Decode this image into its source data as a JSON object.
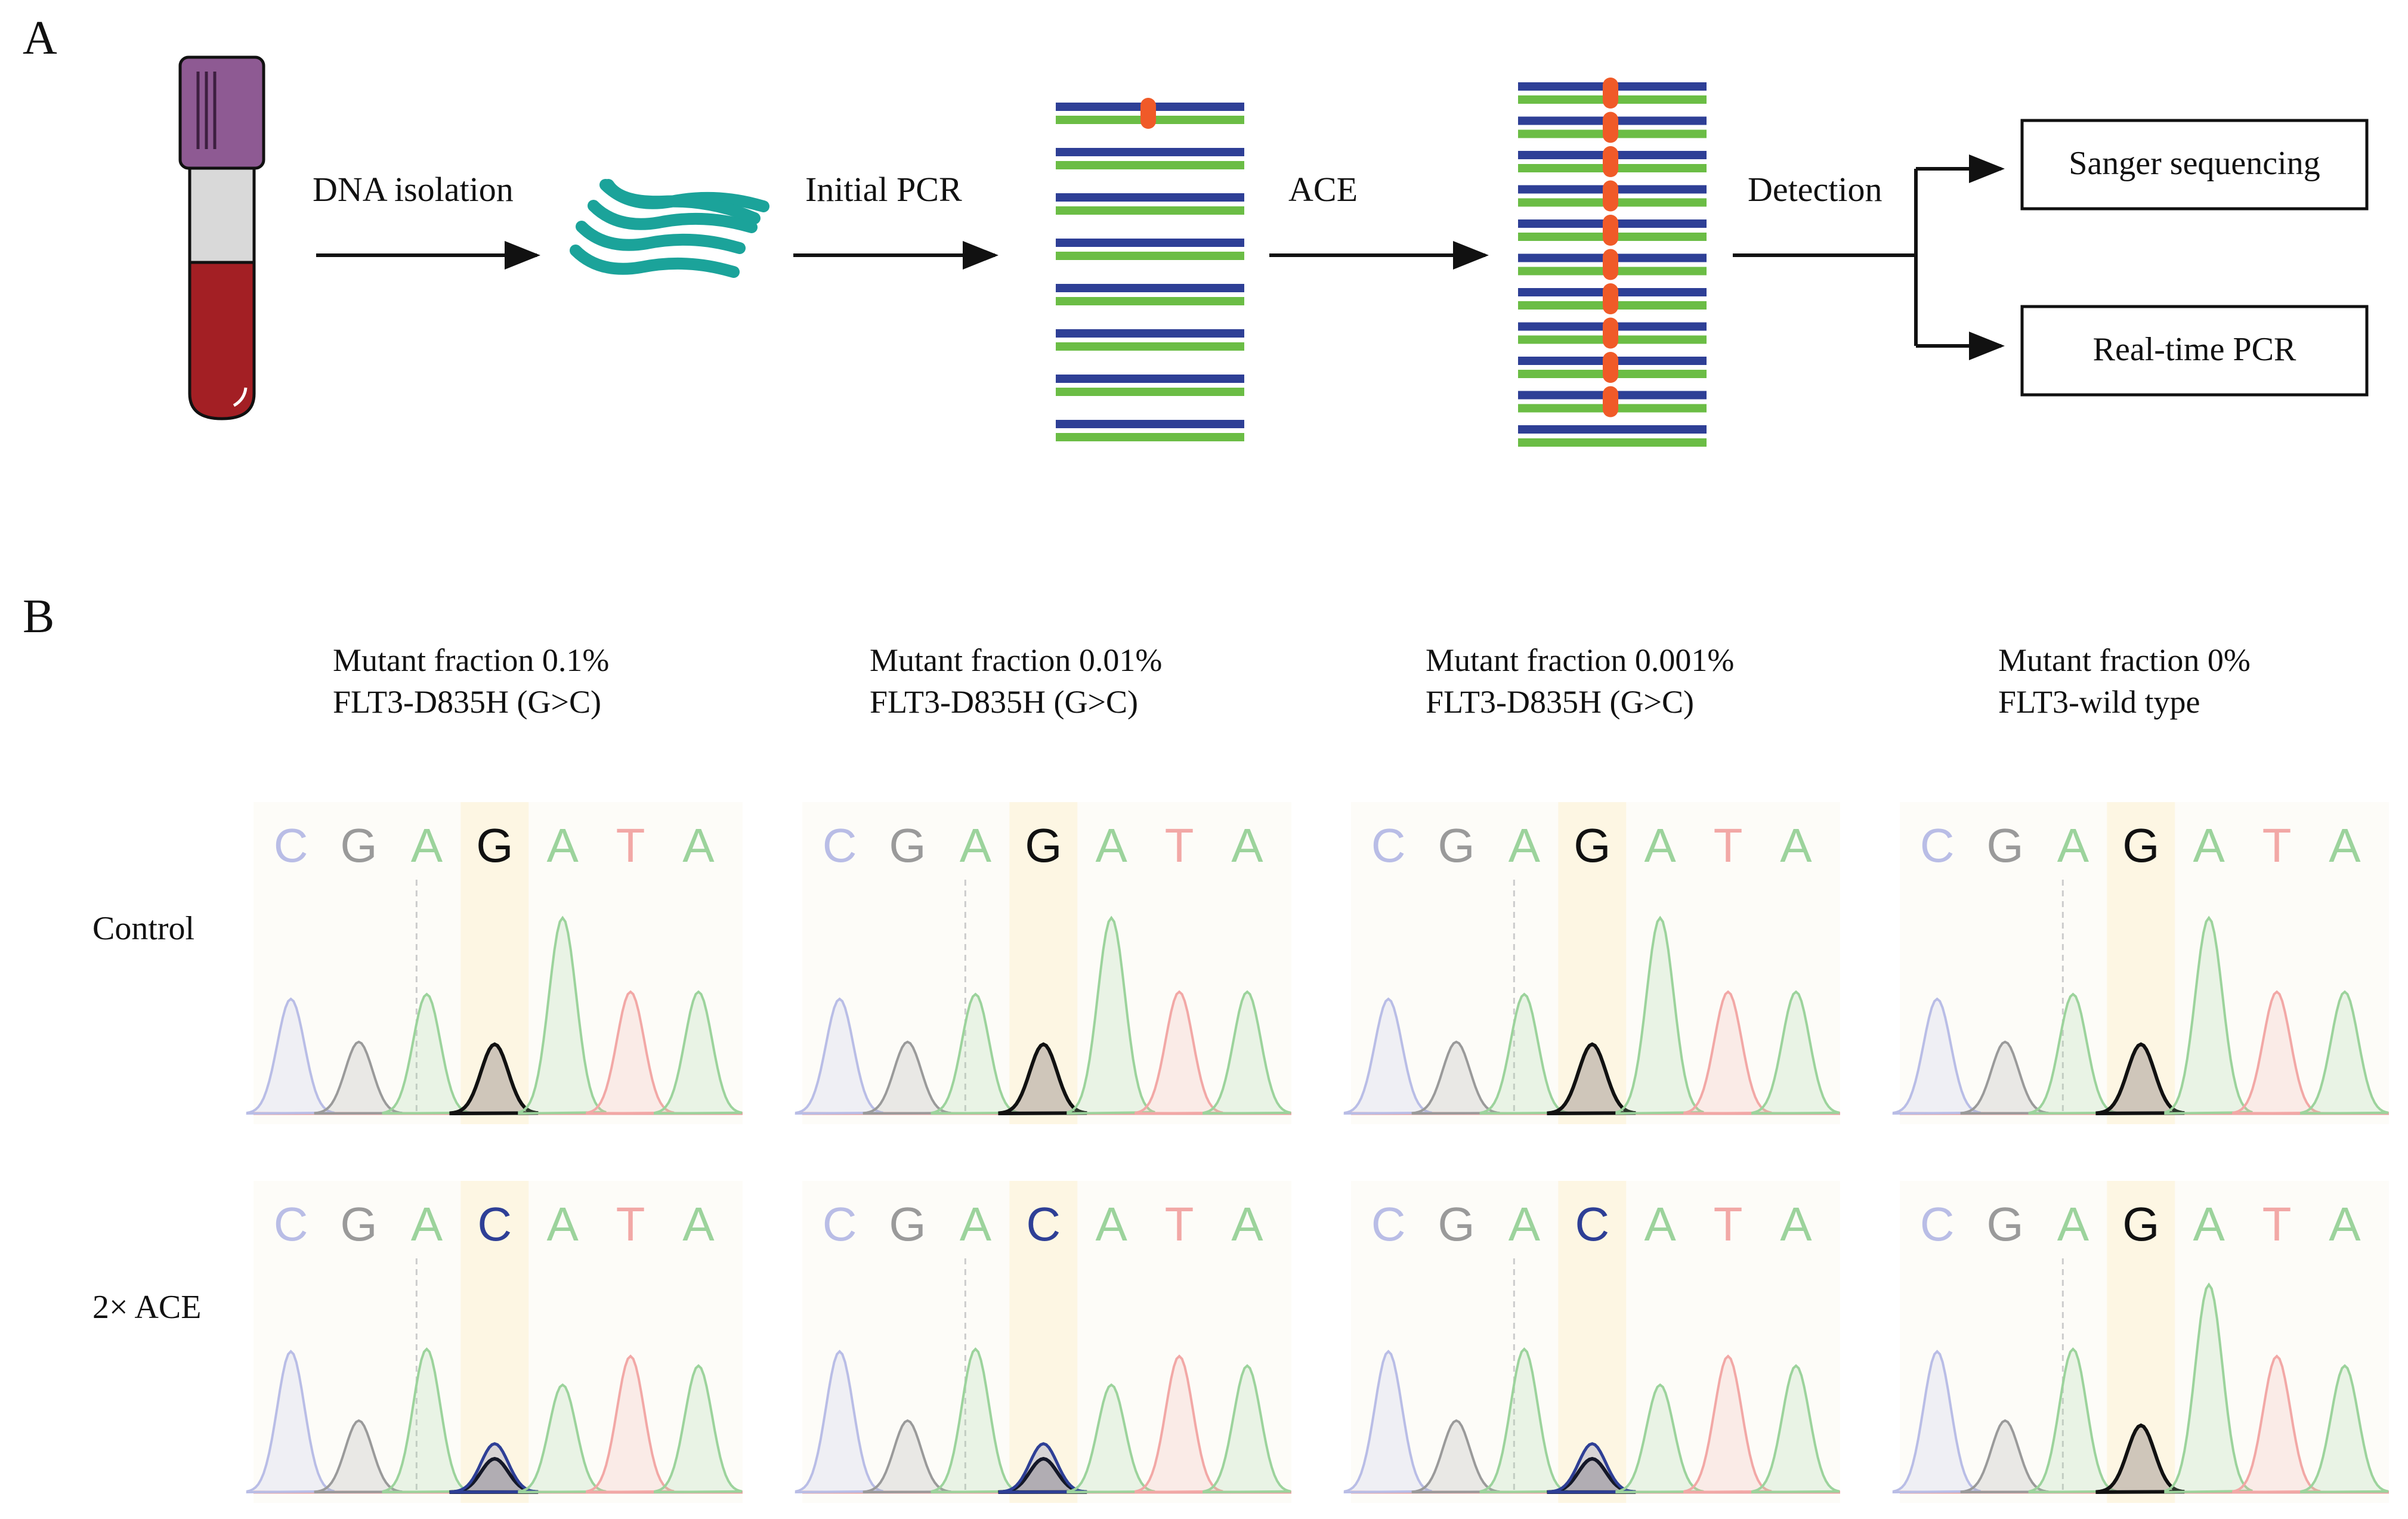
{
  "panel_a": {
    "label": "A",
    "steps": [
      "DNA isolation",
      "Initial PCR",
      "ACE",
      "Detection"
    ],
    "outputs": [
      "Sanger sequencing",
      "Real-time PCR"
    ],
    "colors": {
      "tube_cap": "#8e5a93",
      "tube_body": "#d9d9d9",
      "blood": "#a31f24",
      "dna": "#1ba39a",
      "strand_top": "#2e3f96",
      "strand_bottom": "#6bbd45",
      "mutation": "#f05a28"
    },
    "initial_mutant_rows": 1,
    "ace_mutant_rows": 10
  },
  "panel_b": {
    "label": "B",
    "row_labels": [
      "Control",
      "2× ACE"
    ],
    "columns": [
      {
        "fraction": "Mutant fraction 0.1%",
        "variant": "FLT3-D835H (G>C)"
      },
      {
        "fraction": "Mutant fraction 0.01%",
        "variant": "FLT3-D835H (G>C)"
      },
      {
        "fraction": "Mutant fraction 0.001%",
        "variant": "FLT3-D835H (G>C)"
      },
      {
        "fraction": "Mutant fraction 0%",
        "variant": "FLT3-wild type"
      }
    ],
    "control_sequence": [
      "C",
      "G",
      "A",
      "G",
      "A",
      "T",
      "A"
    ],
    "ace_sequences": [
      [
        "C",
        "G",
        "A",
        "C",
        "A",
        "T",
        "A"
      ],
      [
        "C",
        "G",
        "A",
        "C",
        "A",
        "T",
        "A"
      ],
      [
        "C",
        "G",
        "A",
        "C",
        "A",
        "T",
        "A"
      ],
      [
        "C",
        "G",
        "A",
        "G",
        "A",
        "T",
        "A"
      ]
    ],
    "base_colors": {
      "C": "#b9bde6",
      "G": "#9a9a9a",
      "A": "#9cd39c",
      "T": "#f2a8a6"
    },
    "highlight_base_colors": {
      "G": "#111111",
      "C": "#2e3f96"
    }
  }
}
